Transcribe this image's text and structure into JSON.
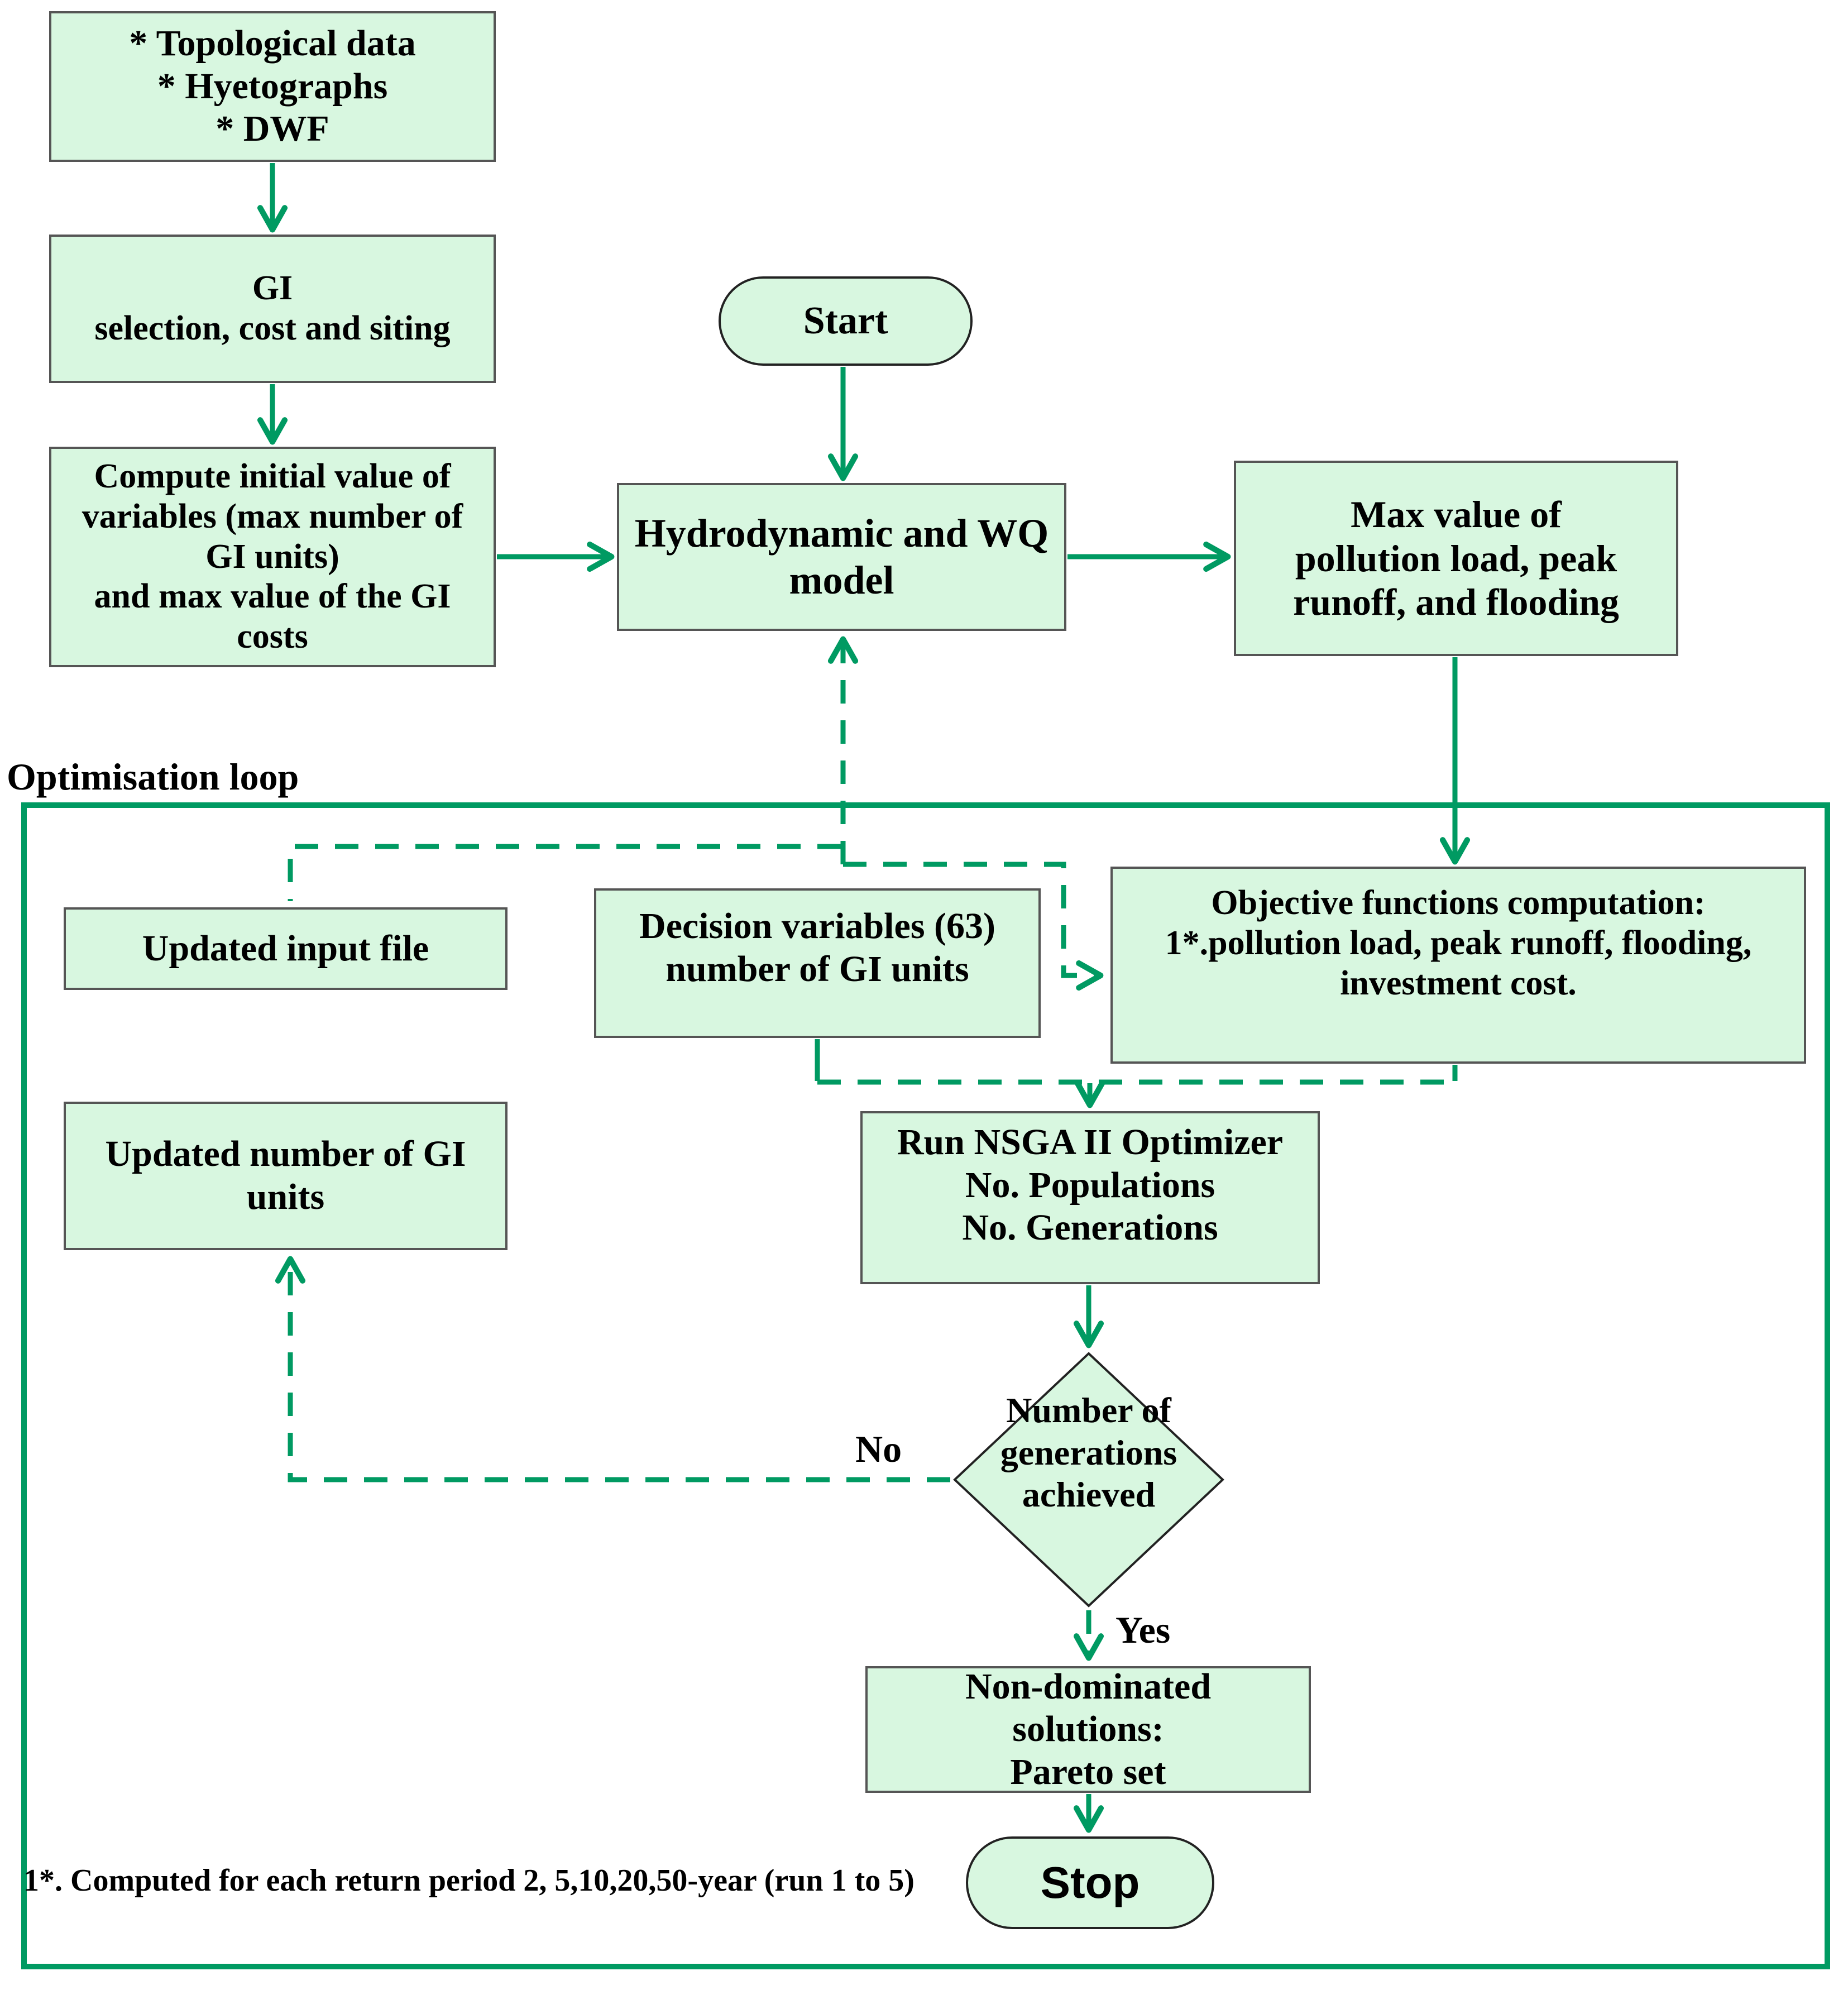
{
  "palette": {
    "accent_green": "#009a62",
    "shape_fill": "#d8f7e0",
    "shape_border": "#555555",
    "text": "#000000"
  },
  "loop": {
    "label": "Optimisation loop"
  },
  "nodes": {
    "inputs": {
      "lines": [
        "* Topological data",
        "* Hyetographs",
        "* DWF"
      ]
    },
    "gi_selection": {
      "lines": [
        "GI",
        "selection, cost and siting"
      ]
    },
    "compute_initial": {
      "lines": [
        "Compute initial value of",
        "variables (max number of",
        "GI units)",
        "and max value of the GI",
        "costs"
      ]
    },
    "start": {
      "label": "Start"
    },
    "hydro": {
      "lines": [
        "Hydrodynamic and WQ",
        "model"
      ]
    },
    "max_value": {
      "lines": [
        "Max value of",
        "pollution load, peak",
        "runoff, and flooding"
      ]
    },
    "updated_input": {
      "label": "Updated input file"
    },
    "decision_vars": {
      "lines": [
        "Decision variables (63)",
        "number of GI units"
      ]
    },
    "objective": {
      "lines": [
        "Objective functions computation:",
        "1*.pollution load, peak runoff, flooding,",
        "investment cost."
      ]
    },
    "updated_number": {
      "lines": [
        "Updated number of GI",
        "units"
      ]
    },
    "nsga": {
      "lines": [
        "Run NSGA II Optimizer",
        "No. Populations",
        "No. Generations"
      ]
    },
    "generations_check": {
      "lines": [
        "Number of",
        "generations",
        "achieved"
      ]
    },
    "pareto": {
      "lines": [
        "Non-dominated",
        "solutions:",
        "Pareto set"
      ]
    },
    "stop": {
      "label": "Stop"
    }
  },
  "edge_labels": {
    "no": "No",
    "yes": "Yes"
  },
  "footnote": "1*. Computed for each return period 2, 5,10,20,50-year (run 1 to 5)"
}
